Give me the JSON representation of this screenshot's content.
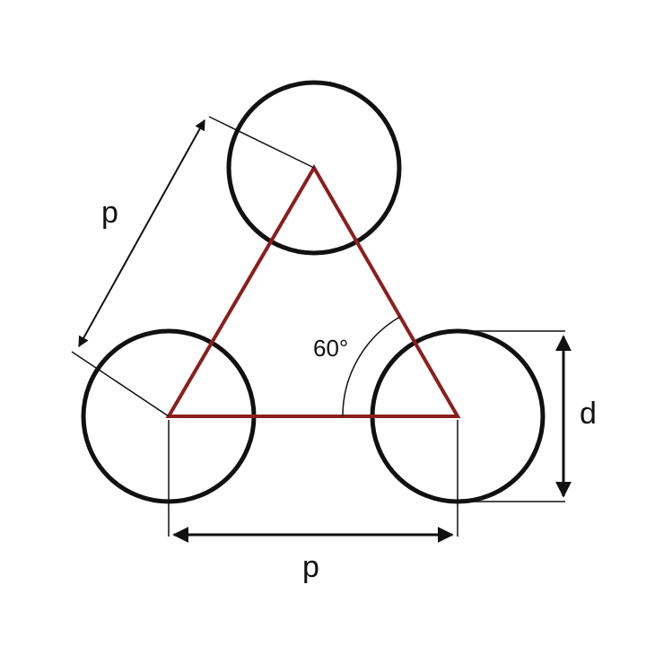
{
  "labels": {
    "pitch_top": "p",
    "pitch_bottom": "p",
    "angle": "60°",
    "diameter": "d"
  },
  "colors": {
    "outline": "#111111",
    "triangle": "#8b1e1e",
    "background": "#ffffff"
  }
}
